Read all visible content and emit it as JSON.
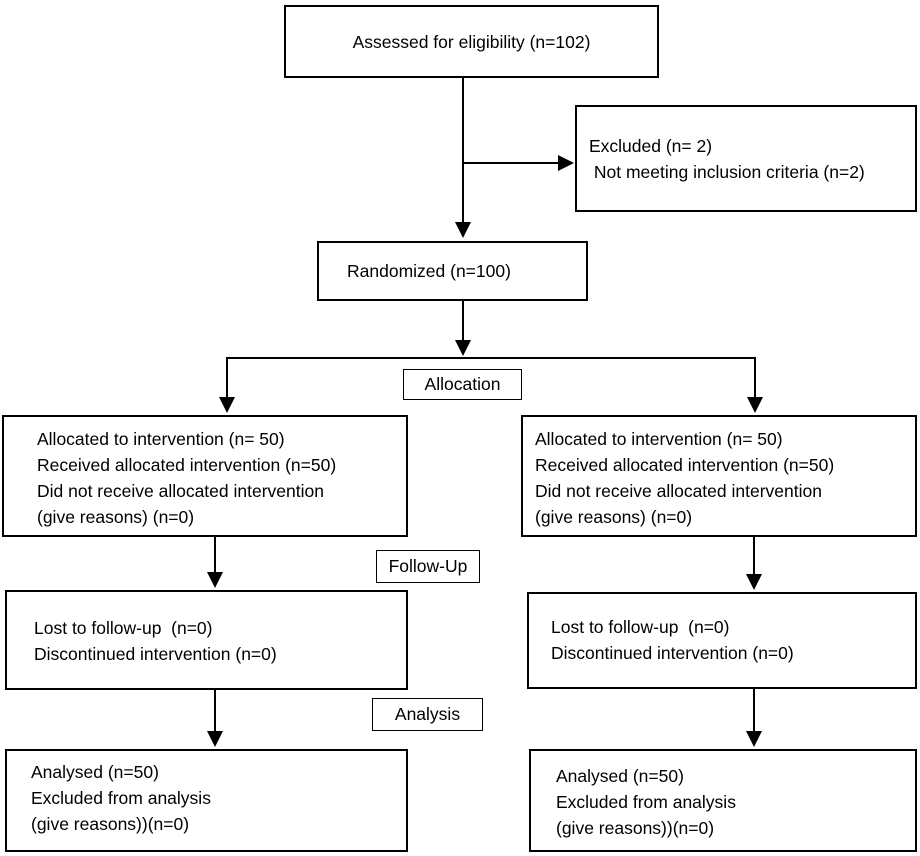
{
  "colors": {
    "background": "#ffffff",
    "line": "#000000",
    "text": "#000000",
    "box_fill": "#ffffff"
  },
  "boxes": {
    "eligibility": {
      "lines": [
        "Assessed for eligibility (n=102)"
      ]
    },
    "excluded": {
      "lines": [
        "Excluded (n= 2)",
        " Not meeting inclusion criteria (n=2)"
      ]
    },
    "randomized": {
      "lines": [
        "Randomized (n=100)"
      ]
    },
    "allocation_left": {
      "lines": [
        "Allocated to intervention (n= 50)",
        "Received allocated intervention (n=50)",
        "Did not receive allocated intervention",
        "(give reasons) (n=0)"
      ]
    },
    "allocation_right": {
      "lines": [
        "Allocated to intervention (n= 50)",
        "Received allocated intervention (n=50)",
        "Did not receive allocated intervention",
        "(give reasons) (n=0)"
      ]
    },
    "followup_left": {
      "lines": [
        "Lost to follow-up  (n=0)",
        "Discontinued intervention (n=0)"
      ]
    },
    "followup_right": {
      "lines": [
        "Lost to follow-up  (n=0)",
        "Discontinued intervention (n=0)"
      ]
    },
    "analysis_left": {
      "lines": [
        "Analysed (n=50)",
        "Excluded from analysis",
        "(give reasons))(n=0)"
      ]
    },
    "analysis_right": {
      "lines": [
        "Analysed (n=50)",
        "Excluded from analysis",
        "(give reasons))(n=0)"
      ]
    }
  },
  "stage_labels": {
    "allocation": "Allocation",
    "followup": "Follow-Up",
    "analysis": "Analysis"
  }
}
